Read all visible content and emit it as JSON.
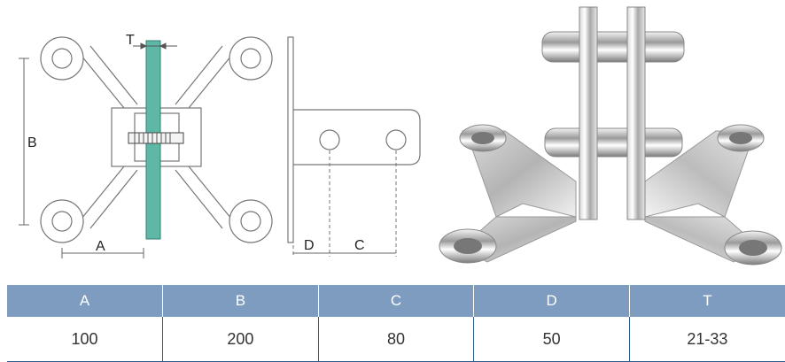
{
  "drawing_labels": {
    "T": "T",
    "B": "B",
    "A": "A",
    "D": "D",
    "C": "C"
  },
  "table": {
    "headers": [
      "A",
      "B",
      "C",
      "D",
      "T"
    ],
    "values": [
      "100",
      "200",
      "80",
      "50",
      "21-33"
    ]
  },
  "colors": {
    "header_bg": "#7d9cc0",
    "glass": "#5fb8a6",
    "border": "#2d5b8c"
  }
}
